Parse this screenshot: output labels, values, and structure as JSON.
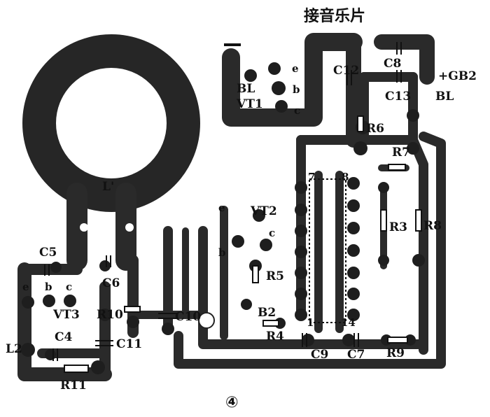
{
  "title": "接音乐片",
  "figure_number": "④",
  "labels": {
    "e_vt1": "e",
    "b_vt1": "b",
    "c_vt1": "c",
    "bl_left": "BL",
    "vt1": "VT1",
    "c12": "C12",
    "c8": "C8",
    "gb2": "+GB2",
    "c13": "C13",
    "bl_right": "BL",
    "r6": "R6",
    "r7": "R7",
    "pin7": "7",
    "pin8": "8",
    "l_coil": "L'",
    "e_vt2": "e",
    "vt2": "VT2",
    "c_vt2": "c",
    "b_vt2": "b",
    "r3": "R3",
    "r8": "R8",
    "c5": "C5",
    "c6": "C6",
    "e_vt3": "e",
    "b_vt3": "b",
    "c_vt3": "c",
    "vt3": "VT3",
    "r10": "R10",
    "c10": "C10",
    "r5": "R5",
    "b2": "B2",
    "l2": "L2",
    "c4": "C4",
    "c11": "C11",
    "r4": "R4",
    "pin1": "1",
    "pin14": "14",
    "c9": "C9",
    "c7": "C7",
    "r9": "R9",
    "r11": "R11"
  }
}
